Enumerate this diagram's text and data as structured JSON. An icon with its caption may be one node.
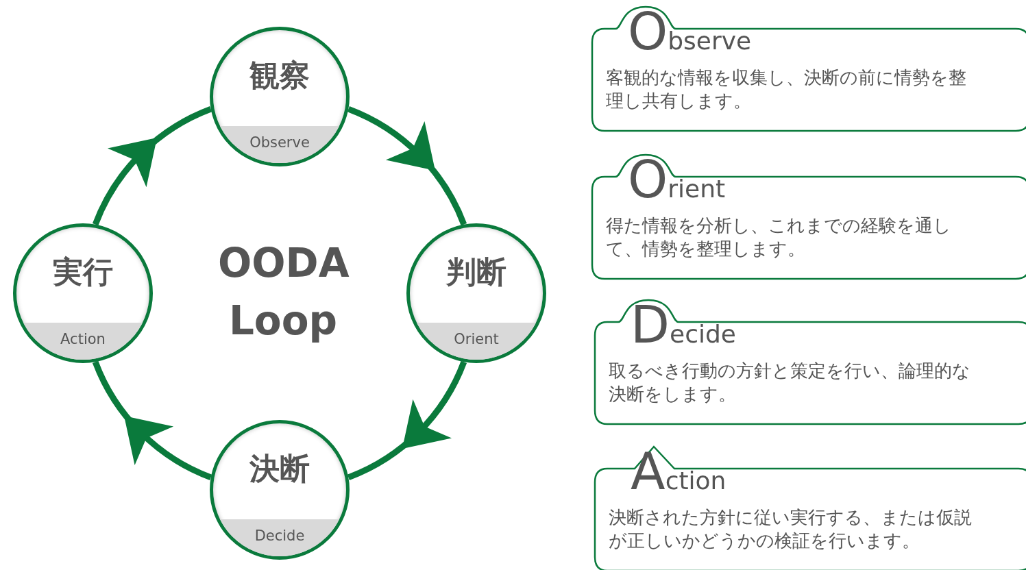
{
  "diagram": {
    "title": "OODA Loop",
    "nodes": [
      {
        "text": [
          "観察",
          "Observe"
        ]
      },
      {
        "text": [
          "判断",
          "Orient"
        ]
      },
      {
        "text": [
          "決断",
          "Decide"
        ]
      },
      {
        "text": [
          "実行",
          "Action"
        ]
      },
      {
        "text": [
          "Observe",
          "客観的な情報を収集し、決断の前に情勢を整理し共有します。"
        ]
      },
      {
        "text": [
          "Orient",
          "得た情報を分析し、これまでの経験を通して、情勢を整理します。"
        ]
      },
      {
        "text": [
          "Decide",
          "取るべき行動の方針と策定を行い、論理的な決断をします。"
        ]
      },
      {
        "text": [
          "Action",
          "決断された方針に従い実行する、または仮説が正しいかどうかの検証を行います。"
        ]
      }
    ],
    "edges": [
      {
        "from": 0,
        "to": 1,
        "arrow": "to"
      },
      {
        "from": 1,
        "to": 2,
        "arrow": "to"
      },
      {
        "from": 2,
        "to": 3,
        "arrow": "to"
      },
      {
        "from": 3,
        "to": 0,
        "arrow": "to"
      }
    ]
  }
}
